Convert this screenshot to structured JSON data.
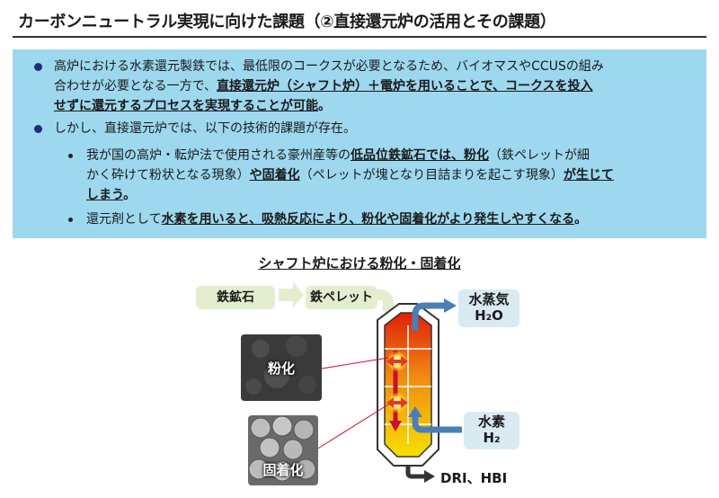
{
  "title": "カーボンニュートラル実現に向けた課題（②直接還元炉の活用とその課題）",
  "box": {
    "p1_l1": "高炉における水素還元製鉄では、最低限のコークスが必要となるため、バイオマスやCCUSの組み",
    "p1_l2_a": "合わせが必要となる一方で、",
    "p1_l2_b": "直接還元炉（シャフト炉）＋電炉を用いることで、コークスを投入",
    "p1_l3_a": "せずに還元するプロセスを実現することが可能",
    "p1_l3_b": "。",
    "p2": "しかし、直接還元炉では、以下の技術的課題が存在。",
    "s1_l1_a": "我が国の高炉・転炉法で使用される豪州産等の",
    "s1_l1_b": "低品位鉄鉱石では、粉化",
    "s1_l1_c": "（鉄ペレットが細",
    "s1_l2_a": "かく砕けて粉状となる現象）",
    "s1_l2_b": "や固着化",
    "s1_l2_c": "（ペレットが塊となり目詰まりを起こす現象）",
    "s1_l2_d": "が生じて",
    "s1_l3": "しまう",
    "s1_l3_end": "。",
    "s2_a": "還元剤として",
    "s2_b": "水素を用いると、吸熱反応により、粉化や固着化がより発生しやすくなる",
    "s2_end": "。"
  },
  "figure": {
    "title": "シャフト炉における粉化・固着化",
    "ore": "鉄鉱石",
    "pellet": "鉄ペレット",
    "steam": "水蒸気",
    "h2o": "H₂O",
    "hydrogen": "水素",
    "h2": "H₂",
    "powder": "粉化",
    "stick": "固着化",
    "output": "DRI、HBI"
  },
  "colors": {
    "box_bg": "#9dd8ef",
    "bullet": "#1f2b7a",
    "flow_bg": "#e3eecf",
    "label_bg": "#d9eaf3",
    "arrow_blue": "#4a7fb5",
    "hot_red": "#e0200a",
    "cool_yellow": "#f5e000"
  }
}
